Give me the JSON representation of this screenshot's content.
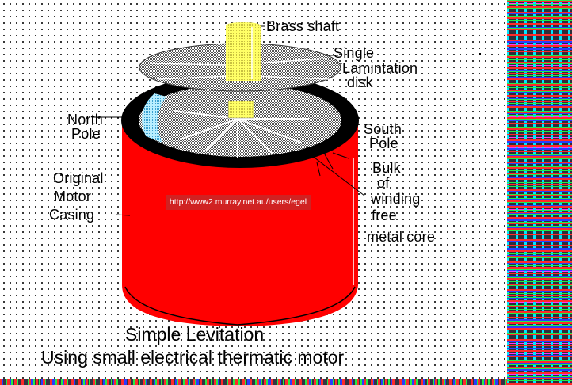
{
  "diagram": {
    "title_line1": "Simple Levitation",
    "title_line2": "Using small electrical thermatic motor",
    "watermark_url": "http://www2.murray.net.au/users/egel",
    "labels": {
      "brass_shaft": "Brass shaft",
      "disk_line1": "Single",
      "disk_line2": "Lamintation",
      "disk_line3": "disk",
      "north_line1": "North",
      "north_line2": "Pole",
      "south_line1": "South",
      "south_line2": "Pole",
      "casing_line1": "Original",
      "casing_line2": "Motor",
      "casing_line3": "Casing",
      "core_line1": "Bulk",
      "core_line2": "of",
      "core_line3": "winding",
      "core_line4": "free",
      "core_line5": "metal core"
    },
    "components": [
      {
        "name": "Brass shaft",
        "color": "#f0ef7a"
      },
      {
        "name": "Single Lamintation disk",
        "color": "#9a9a9a"
      },
      {
        "name": "North Pole",
        "color": "#8fd8f0"
      },
      {
        "name": "South Pole",
        "color": "#000000"
      },
      {
        "name": "Original Motor Casing",
        "color": "#ff0000"
      },
      {
        "name": "Bulk of winding free metal core",
        "color": "#ff0000"
      }
    ],
    "colors": {
      "casing": "#ff0000",
      "rim": "#000000",
      "shaft": "#f0ef7a",
      "disk": "#9a9a9a",
      "north_pole": "#8fd8f0",
      "background": "#ffffff"
    }
  }
}
